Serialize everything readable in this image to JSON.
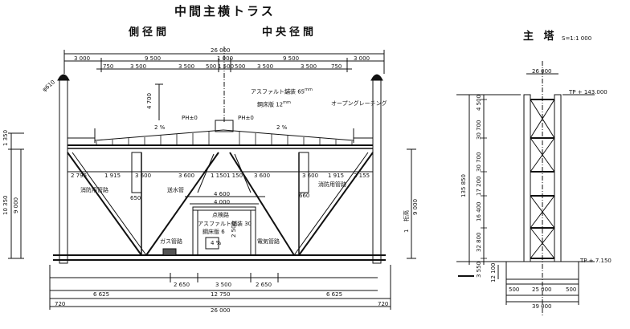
{
  "title": "中間主横トラス",
  "headings": {
    "side": "側径間",
    "center": "中央径間",
    "tower": "主 塔",
    "tower_scale": "S=1:1 000"
  },
  "truss": {
    "dims_top": {
      "overall": "26 000",
      "left_out": "3 000",
      "left_mid": "9 500",
      "center": "1 000",
      "right_mid": "9 500",
      "right_out": "3 000"
    },
    "dims_second": [
      "750",
      "3 500",
      "3 500",
      "500",
      "1 500",
      "500",
      "3 500",
      "3 500",
      "750"
    ],
    "dims_lower": [
      "2 795",
      "1 915",
      "3 600",
      "3 600",
      "1 150",
      "1 150",
      "3 600",
      "3 600",
      "1 915",
      "2 155"
    ],
    "dims_bottom": {
      "a": "2 650",
      "b": "3 500",
      "c": "2 650",
      "left": "6 625",
      "mid": "12 750",
      "right": "6 625",
      "edge_l": "720",
      "edge_r": "720",
      "overall": "26 000"
    },
    "dims_room": {
      "w1": "4 600",
      "w2": "4 000",
      "h": "2 500"
    },
    "dims_left_vert": {
      "h1": "1 350",
      "total": "10 350",
      "h2": "9 000"
    },
    "dims_right_vert": {
      "h": "9 000",
      "label": "1",
      "label2": "桁高"
    },
    "dims_top_height": "4 700",
    "labels": {
      "diameter": "φ610",
      "asphalt": "アスファルト舗装 65",
      "asphalt_unit": "mm",
      "deck": "鋼床版 12",
      "deck_unit": "mm",
      "open_grating": "オープングレーチング",
      "ph_left": "PH±0",
      "ph_right": "PH±0",
      "slope_left": "2 %",
      "slope_right": "2 %",
      "fire_left": "消防用管路",
      "fire_right": "消防用管路",
      "water": "送水管",
      "inspection": "点検路",
      "room_asphalt": "アスファルト舗装 30",
      "room_deck": "鋼床版 6",
      "gas": "ガス管路",
      "elec": "電気管路",
      "c650": "650",
      "c660": "660",
      "bottom_small": "4 %"
    }
  },
  "tower": {
    "width_top": "26 000",
    "tp_top": "TP + 143.000",
    "tp_bottom": "TP + 7.150",
    "total_height": "135 850",
    "segments": [
      "4 500",
      "30 700",
      "30 700",
      "17 200",
      "16 400",
      "32 800",
      "3 550"
    ],
    "foot": "12 100",
    "base": {
      "left": "500",
      "mid": "25 000",
      "right": "500",
      "total": "39 000"
    }
  }
}
